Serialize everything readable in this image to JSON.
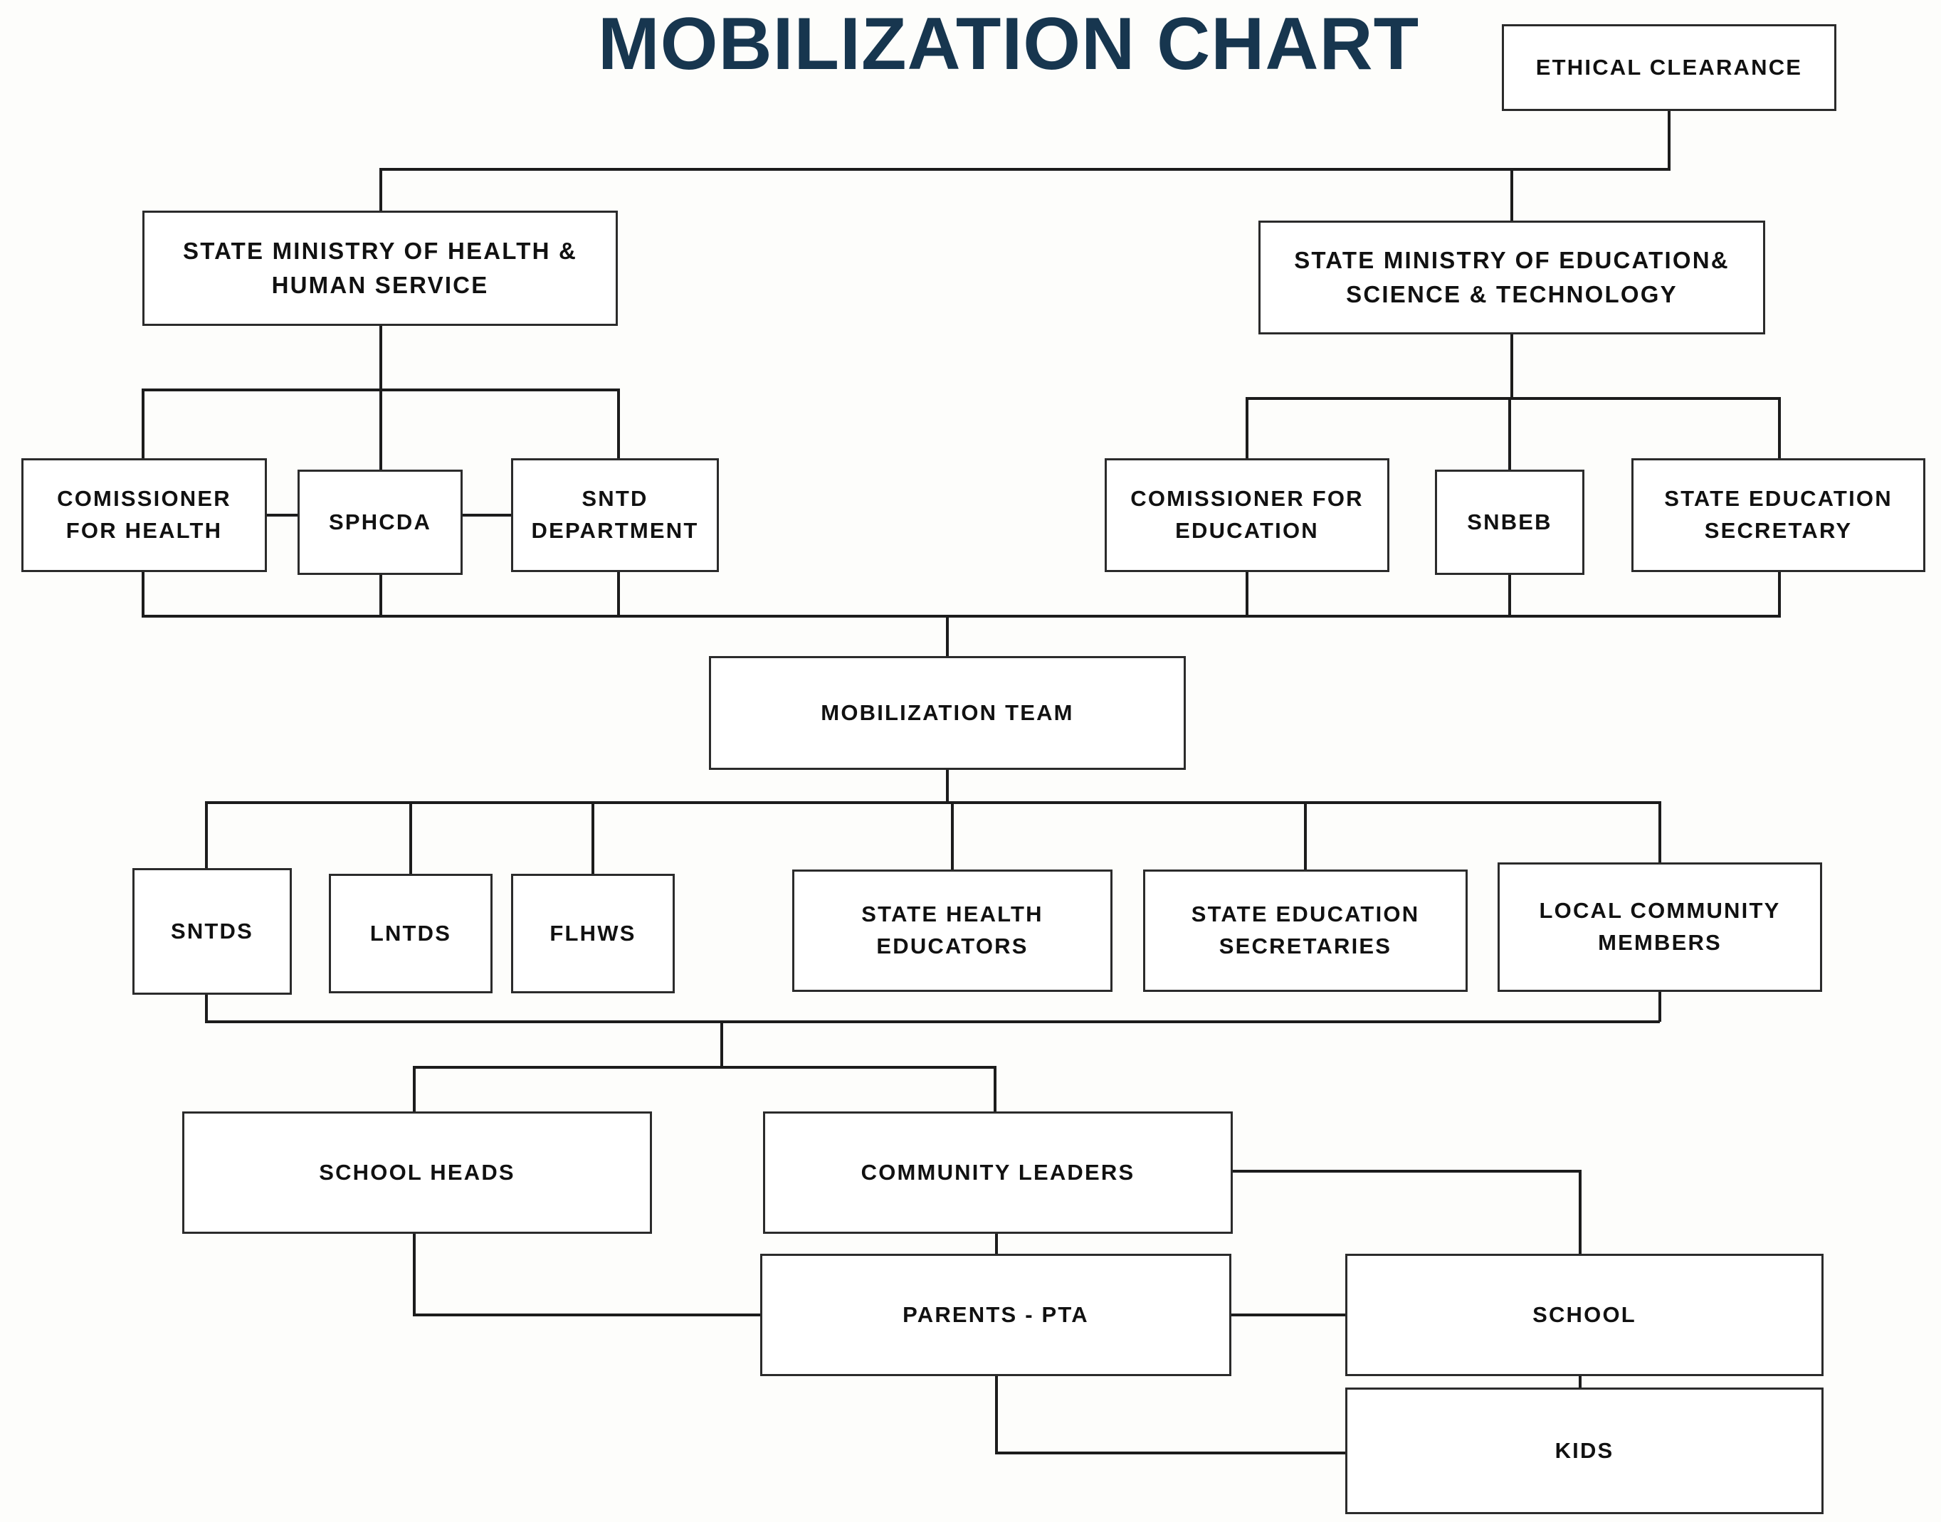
{
  "chart_data": {
    "type": "diagram",
    "title": "MOBILIZATION CHART",
    "title_color": "#17364f",
    "nodes": [
      {
        "id": "ethical_clearance",
        "label": "ETHICAL CLEARANCE",
        "level": 0
      },
      {
        "id": "smoh",
        "label": "STATE MINISTRY OF HEALTH &\nHUMAN SERVICE",
        "level": 1
      },
      {
        "id": "smoe",
        "label": "STATE MINISTRY OF EDUCATION&\nSCIENCE & TECHNOLOGY",
        "level": 1
      },
      {
        "id": "comm_health",
        "label": "COMISSIONER\nFOR HEALTH",
        "level": 2
      },
      {
        "id": "sphcda",
        "label": "SPHCDA",
        "level": 2
      },
      {
        "id": "sntd_dept",
        "label": "SNTD\nDEPARTMENT",
        "level": 2
      },
      {
        "id": "comm_edu",
        "label": "COMISSIONER FOR\nEDUCATION",
        "level": 2
      },
      {
        "id": "snbeb",
        "label": "SNBEB",
        "level": 2
      },
      {
        "id": "state_edu_sec",
        "label": "STATE EDUCATION\nSECRETARY",
        "level": 2
      },
      {
        "id": "mob_team",
        "label": "MOBILIZATION TEAM",
        "level": 3
      },
      {
        "id": "sntds",
        "label": "SNTDS",
        "level": 4
      },
      {
        "id": "lntds",
        "label": "LNTDS",
        "level": 4
      },
      {
        "id": "flhws",
        "label": "FLHWS",
        "level": 4
      },
      {
        "id": "state_health_edu",
        "label": "STATE HEALTH\nEDUCATORS",
        "level": 4
      },
      {
        "id": "state_edu_secs",
        "label": "STATE EDUCATION\nSECRETARIES",
        "level": 4
      },
      {
        "id": "local_comm",
        "label": "LOCAL COMMUNITY\nMEMBERS",
        "level": 4
      },
      {
        "id": "school_heads",
        "label": "SCHOOL HEADS",
        "level": 5
      },
      {
        "id": "community_leaders",
        "label": "COMMUNITY LEADERS",
        "level": 5
      },
      {
        "id": "parents_pta",
        "label": "PARENTS - PTA",
        "level": 6
      },
      {
        "id": "school",
        "label": "SCHOOL",
        "level": 6
      },
      {
        "id": "kids",
        "label": "KIDS",
        "level": 7
      }
    ],
    "edges": [
      {
        "from": "ethical_clearance",
        "to": "smoh"
      },
      {
        "from": "ethical_clearance",
        "to": "smoe"
      },
      {
        "from": "smoh",
        "to": "comm_health"
      },
      {
        "from": "smoh",
        "to": "sphcda"
      },
      {
        "from": "smoh",
        "to": "sntd_dept"
      },
      {
        "from": "smoe",
        "to": "comm_edu"
      },
      {
        "from": "smoe",
        "to": "snbeb"
      },
      {
        "from": "smoe",
        "to": "state_edu_sec"
      },
      {
        "from": "comm_health",
        "to": "sphcda"
      },
      {
        "from": "sphcda",
        "to": "sntd_dept"
      },
      {
        "from": "comm_health",
        "to": "mob_team"
      },
      {
        "from": "sphcda",
        "to": "mob_team"
      },
      {
        "from": "sntd_dept",
        "to": "mob_team"
      },
      {
        "from": "comm_edu",
        "to": "mob_team"
      },
      {
        "from": "snbeb",
        "to": "mob_team"
      },
      {
        "from": "state_edu_sec",
        "to": "mob_team"
      },
      {
        "from": "mob_team",
        "to": "sntds"
      },
      {
        "from": "mob_team",
        "to": "lntds"
      },
      {
        "from": "mob_team",
        "to": "flhws"
      },
      {
        "from": "mob_team",
        "to": "state_health_edu"
      },
      {
        "from": "mob_team",
        "to": "state_edu_secs"
      },
      {
        "from": "mob_team",
        "to": "local_comm"
      },
      {
        "from": "sntds",
        "to": "school_heads"
      },
      {
        "from": "local_comm",
        "to": "community_leaders"
      },
      {
        "from": "school_heads",
        "to": "parents_pta"
      },
      {
        "from": "community_leaders",
        "to": "parents_pta"
      },
      {
        "from": "community_leaders",
        "to": "school"
      },
      {
        "from": "parents_pta",
        "to": "school"
      },
      {
        "from": "school",
        "to": "kids"
      },
      {
        "from": "parents_pta",
        "to": "kids"
      }
    ]
  },
  "chart": {
    "title": "MOBILIZATION CHART",
    "nodes": {
      "ethical_clearance": "ETHICAL CLEARANCE",
      "smoh_line1": "STATE MINISTRY OF HEALTH &",
      "smoh_line2": "HUMAN SERVICE",
      "smoe_line1": "STATE MINISTRY OF EDUCATION&",
      "smoe_line2": "SCIENCE & TECHNOLOGY",
      "comm_health_line1": "COMISSIONER",
      "comm_health_line2": "FOR HEALTH",
      "sphcda": "SPHCDA",
      "sntd_dept_line1": "SNTD",
      "sntd_dept_line2": "DEPARTMENT",
      "comm_edu_line1": "COMISSIONER FOR",
      "comm_edu_line2": "EDUCATION",
      "snbeb": "SNBEB",
      "state_edu_sec_line1": "STATE EDUCATION",
      "state_edu_sec_line2": "SECRETARY",
      "mob_team": "MOBILIZATION TEAM",
      "sntds": "SNTDS",
      "lntds": "LNTDS",
      "flhws": "FLHWS",
      "state_health_edu_line1": "STATE HEALTH",
      "state_health_edu_line2": "EDUCATORS",
      "state_edu_secs_line1": "STATE EDUCATION",
      "state_edu_secs_line2": "SECRETARIES",
      "local_comm_line1": "LOCAL COMMUNITY",
      "local_comm_line2": "MEMBERS",
      "school_heads": "SCHOOL HEADS",
      "community_leaders": "COMMUNITY LEADERS",
      "parents_pta": "PARENTS - PTA",
      "school": "SCHOOL",
      "kids": "KIDS"
    }
  }
}
